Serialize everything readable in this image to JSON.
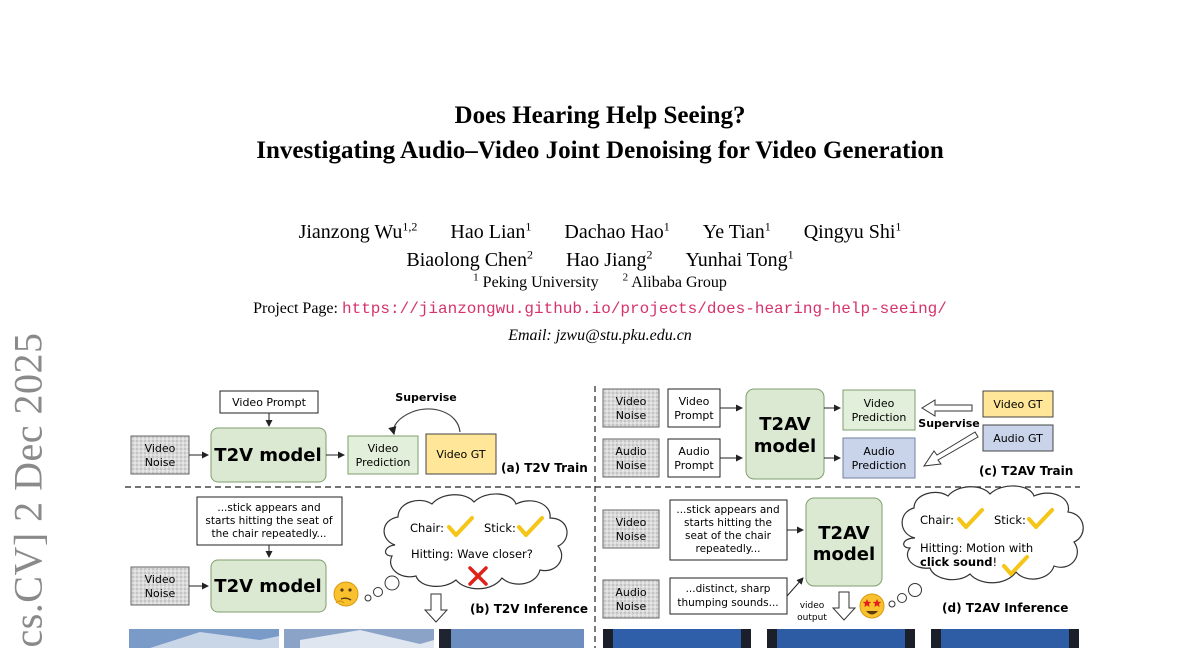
{
  "side_label": "cs.CV]  2 Dec 2025",
  "title_line1": "Does Hearing Help Seeing?",
  "title_line2": "Investigating Audio–Video Joint Denoising for Video Generation",
  "authors_row1": [
    {
      "name": "Jianzong Wu",
      "sup": "1,2"
    },
    {
      "name": "Hao Lian",
      "sup": "1"
    },
    {
      "name": "Dachao Hao",
      "sup": "1"
    },
    {
      "name": "Ye Tian",
      "sup": "1"
    },
    {
      "name": "Qingyu Shi",
      "sup": "1"
    }
  ],
  "authors_row2": [
    {
      "name": "Biaolong Chen",
      "sup": "2"
    },
    {
      "name": "Hao Jiang",
      "sup": "2"
    },
    {
      "name": "Yunhai Tong",
      "sup": "1"
    }
  ],
  "affiliations": [
    {
      "sup": "1",
      "name": "Peking University"
    },
    {
      "sup": "2",
      "name": "Alibaba Group"
    }
  ],
  "project_label": "Project Page: ",
  "project_url": "https://jianzongwu.github.io/projects/does-hearing-help-seeing/",
  "email": "Email: jzwu@stu.pku.edu.cn",
  "figure": {
    "video_prompt": "Video Prompt",
    "supervise": "Supervise",
    "video_noise_1": "Video",
    "video_noise_2": "Noise",
    "audio_noise_1": "Audio",
    "audio_noise_2": "Noise",
    "t2v_model": "T2V model",
    "t2av_model_1": "T2AV",
    "t2av_model_2": "model",
    "video_pred_1": "Video",
    "video_pred_2": "Prediction",
    "audio_pred_1": "Audio",
    "audio_pred_2": "Prediction",
    "video_gt": "Video GT",
    "audio_gt": "Audio GT",
    "video_prompt_a": "Video",
    "video_prompt_b": "Prompt",
    "audio_prompt_a": "Audio",
    "audio_prompt_b": "Prompt",
    "label_a": "(a) T2V Train",
    "label_b": "(b) T2V Inference",
    "label_c": "(c) T2AV Train",
    "label_d": "(d) T2AV Inference",
    "prompt_b_1": "...stick appears and",
    "prompt_b_2": "starts hitting the seat of",
    "prompt_b_3": "the chair repeatedly...",
    "prompt_d_1": "...stick appears and",
    "prompt_d_2": "starts hitting the",
    "prompt_d_3": "seat of the chair",
    "prompt_d_4": "repeatedly...",
    "audio_prompt_d_1": "...distinct, sharp",
    "audio_prompt_d_2": "thumping sounds...",
    "thought_chair": "Chair:",
    "thought_stick": "Stick:",
    "thought_b_hit": "Hitting: Wave closer?",
    "thought_d_hit": "Hitting: Motion with",
    "thought_d_bold": "click sound",
    "thought_d_excl": "!",
    "video_output_1": "video",
    "video_output_2": "output"
  },
  "colors": {
    "model_fill": "#dbe8d2",
    "gray_fill": "#d9d9d9",
    "gt_yellow": "#ffe699",
    "audio_blue": "#c9d4ea",
    "pred_green": "#e2efda",
    "check": "#f5c518",
    "cross": "#e0201b",
    "url": "#d6336c"
  }
}
